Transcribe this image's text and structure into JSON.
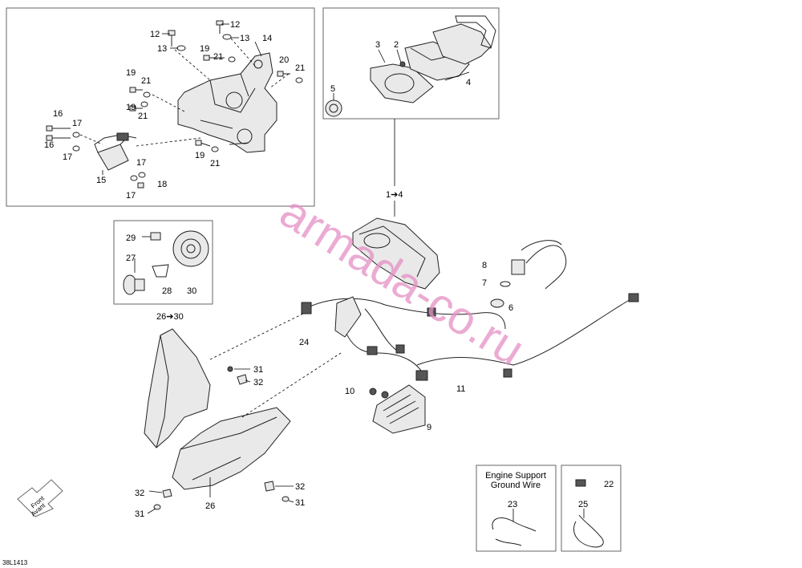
{
  "callouts": {
    "c1_4": "1➔4",
    "c2": "2",
    "c3": "3",
    "c4": "4",
    "c5": "5",
    "c6": "6",
    "c7": "7",
    "c8": "8",
    "c9": "9",
    "c10": "10",
    "c11": "11",
    "c12a": "12",
    "c12b": "12",
    "c13a": "13",
    "c13b": "13",
    "c14": "14",
    "c15": "15",
    "c16a": "16",
    "c16b": "16",
    "c17a": "17",
    "c17b": "17",
    "c17c": "17",
    "c17d": "17",
    "c18": "18",
    "c19a": "19",
    "c19b": "19",
    "c19c": "19",
    "c19d": "19",
    "c20": "20",
    "c21a": "21",
    "c21b": "21",
    "c21c": "21",
    "c21d": "21",
    "c21e": "21",
    "c22": "22",
    "c23": "23",
    "c24": "24",
    "c25": "25",
    "c26": "26",
    "c26_30": "26➔30",
    "c27": "27",
    "c28": "28",
    "c29": "29",
    "c30": "30",
    "c31a": "31",
    "c31b": "31",
    "c31c": "31",
    "c32a": "32",
    "c32b": "32",
    "c32c": "32"
  },
  "engine_support_box": {
    "line1": "Engine Support",
    "line2": "Ground Wire"
  },
  "front_arrow": {
    "line1": "Front",
    "line2": "Avant"
  },
  "drawing_code": "38L1413",
  "watermark": "armada-co.ru"
}
